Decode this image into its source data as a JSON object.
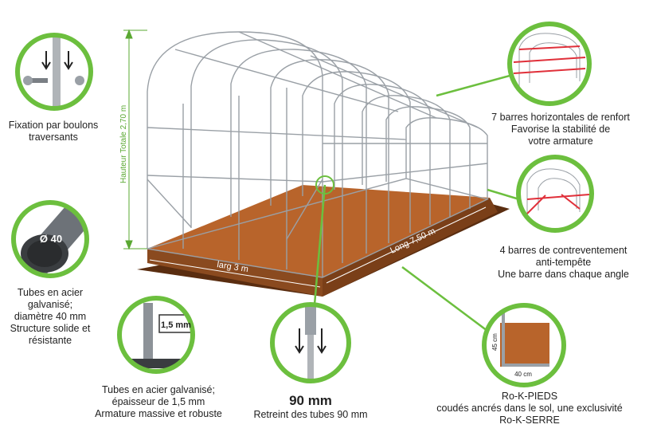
{
  "dimensions": {
    "height_label": "Hauteur Totale 2,70 m",
    "width_label": "larg 3 m",
    "length_label": "Long 7,50 m"
  },
  "badges": {
    "tube_diameter": "Ø 40",
    "thickness": "1,5 mm",
    "pied_height": "45 cm",
    "pied_width": "40 cm"
  },
  "features": {
    "bolts": [
      "Fixation par boulons",
      "traversants"
    ],
    "bars": [
      "7 barres horizontales de renfort",
      "Favorise la stabilité de",
      "votre armature"
    ],
    "bracing": [
      "4 barres de contreventement",
      "anti-tempête",
      "Une barre dans chaque angle"
    ],
    "tubes40": [
      "Tubes en acier",
      "galvanisé;",
      "diamètre 40 mm",
      "Structure solide et",
      "résistante"
    ],
    "thickness": [
      "Tubes en acier galvanisé;",
      "épaisseur de 1,5 mm",
      "Armature massive et robuste"
    ],
    "retreint_title": "90 mm",
    "retreint": "Retreint des tubes 90 mm",
    "pieds": [
      "Ro-K-PIEDS",
      "coudés ancrés dans le sol, une exclusivité",
      "Ro-K-SERRE"
    ]
  },
  "colors": {
    "accent_green": "#6cbf3e",
    "soil": "#b8642b",
    "soil_dark": "#6e3a16",
    "frame": "#9aa0a6",
    "bar_red": "#e0303a"
  }
}
